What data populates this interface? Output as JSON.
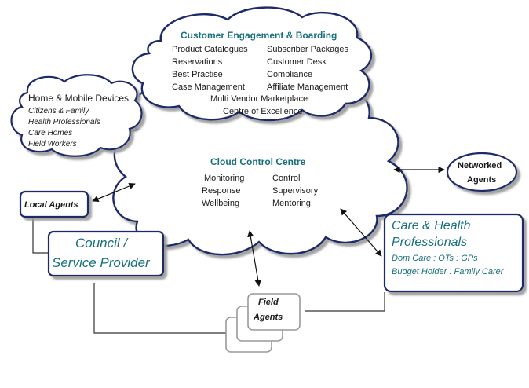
{
  "colors": {
    "cloud_outline": "#1d2a6b",
    "teal_text": "#17707a",
    "connector": "#333333",
    "shadow": "#9a9a9a"
  },
  "engagement": {
    "title": "Customer Engagement & Boarding",
    "left_items": [
      "Product Catalogues",
      "Reservations",
      "Best Practise",
      "Case Management"
    ],
    "right_items": [
      "Subscriber Packages",
      "Customer Desk",
      "Compliance",
      "Affiliate Management"
    ],
    "footer_items": [
      "Multi Vendor Marketplace",
      "Centre of Excellence"
    ]
  },
  "home_devices": {
    "title": "Home & Mobile Devices",
    "items": [
      "Citizens & Family",
      "Health Professionals",
      "Care Homes",
      "Field Workers"
    ]
  },
  "control_centre": {
    "title": "Cloud Control Centre",
    "left_items": [
      "Monitoring",
      "Response",
      "Wellbeing"
    ],
    "right_items": [
      "Control",
      "Supervisory",
      "Mentoring"
    ]
  },
  "networked_agents": {
    "label_line1": "Networked",
    "label_line2": "Agents"
  },
  "local_agents": {
    "label": "Local Agents"
  },
  "council": {
    "line1": "Council /",
    "line2": "Service Provider"
  },
  "care_professionals": {
    "title_line1": "Care & Health",
    "title_line2": "Professionals",
    "detail_line1": "Dom Care : OTs : GPs",
    "detail_line2": "Budget Holder : Family Carer"
  },
  "field_agents": {
    "line1": "Field",
    "line2": "Agents"
  }
}
